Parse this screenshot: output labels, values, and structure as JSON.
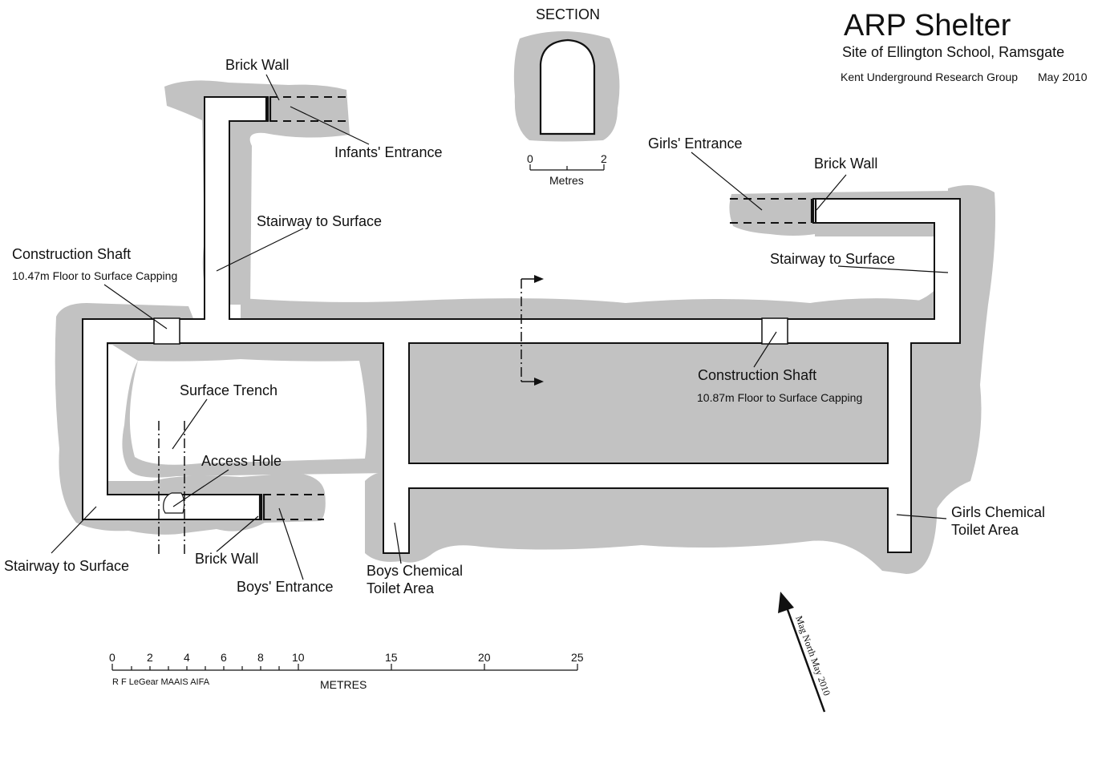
{
  "title": "ARP Shelter",
  "subtitle": "Site of Ellington School, Ramsgate",
  "credit_group": "Kent Underground Research Group",
  "credit_date": "May 2010",
  "section": {
    "heading": "SECTION",
    "scale_ticks": [
      "0",
      "2"
    ],
    "scale_unit": "Metres"
  },
  "labels": {
    "brick_wall_top": "Brick Wall",
    "infants_entrance": "Infants' Entrance",
    "stairway_top": "Stairway to Surface",
    "shaft_left_title": "Construction Shaft",
    "shaft_left_depth": "10.47m Floor to Surface Capping",
    "girls_entrance": "Girls' Entrance",
    "brick_wall_right": "Brick Wall",
    "stairway_right": "Stairway to Surface",
    "shaft_right_title": "Construction Shaft",
    "shaft_right_depth": "10.87m Floor to Surface Capping",
    "surface_trench": "Surface Trench",
    "access_hole": "Access Hole",
    "stairway_left": "Stairway to Surface",
    "brick_wall_bottom": "Brick Wall",
    "boys_entrance": "Boys' Entrance",
    "boys_toilet_1": "Boys Chemical",
    "boys_toilet_2": "Toilet Area",
    "girls_toilet_1": "Girls Chemical",
    "girls_toilet_2": "Toilet Area"
  },
  "scale_bar": {
    "ticks": [
      "0",
      "2",
      "4",
      "6",
      "8",
      "10",
      "15",
      "20",
      "25"
    ],
    "unit": "METRES",
    "author": "R F LeGear MAAIS AIFA"
  },
  "north_arrow": {
    "label": "Mag North May 2010"
  },
  "colors": {
    "rock": "#c2c2c2",
    "line": "#111111",
    "tunnel": "#ffffff"
  }
}
